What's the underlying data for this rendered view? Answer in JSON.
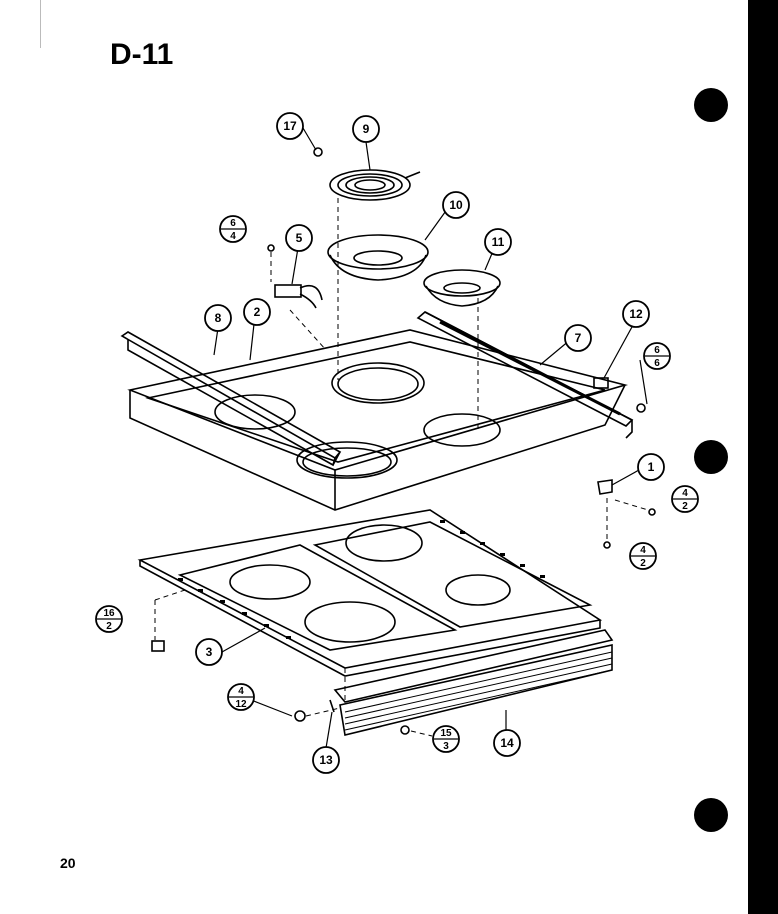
{
  "page": {
    "title": "D-11",
    "page_number": "20"
  },
  "callouts": {
    "c1": "1",
    "c2": "2",
    "c3": "3",
    "c5": "5",
    "c7": "7",
    "c8": "8",
    "c9": "9",
    "c10": "10",
    "c11": "11",
    "c12": "12",
    "c13": "13",
    "c14": "14",
    "c17": "17"
  },
  "fractions": {
    "f_6_4": {
      "top": "6",
      "bottom": "4"
    },
    "f_6_6": {
      "top": "6",
      "bottom": "6"
    },
    "f_4_2a": {
      "top": "4",
      "bottom": "2"
    },
    "f_4_2b": {
      "top": "4",
      "bottom": "2"
    },
    "f_16_2": {
      "top": "16",
      "bottom": "2"
    },
    "f_4_12": {
      "top": "4",
      "bottom": "12"
    },
    "f_15_3": {
      "top": "15",
      "bottom": "3"
    }
  }
}
